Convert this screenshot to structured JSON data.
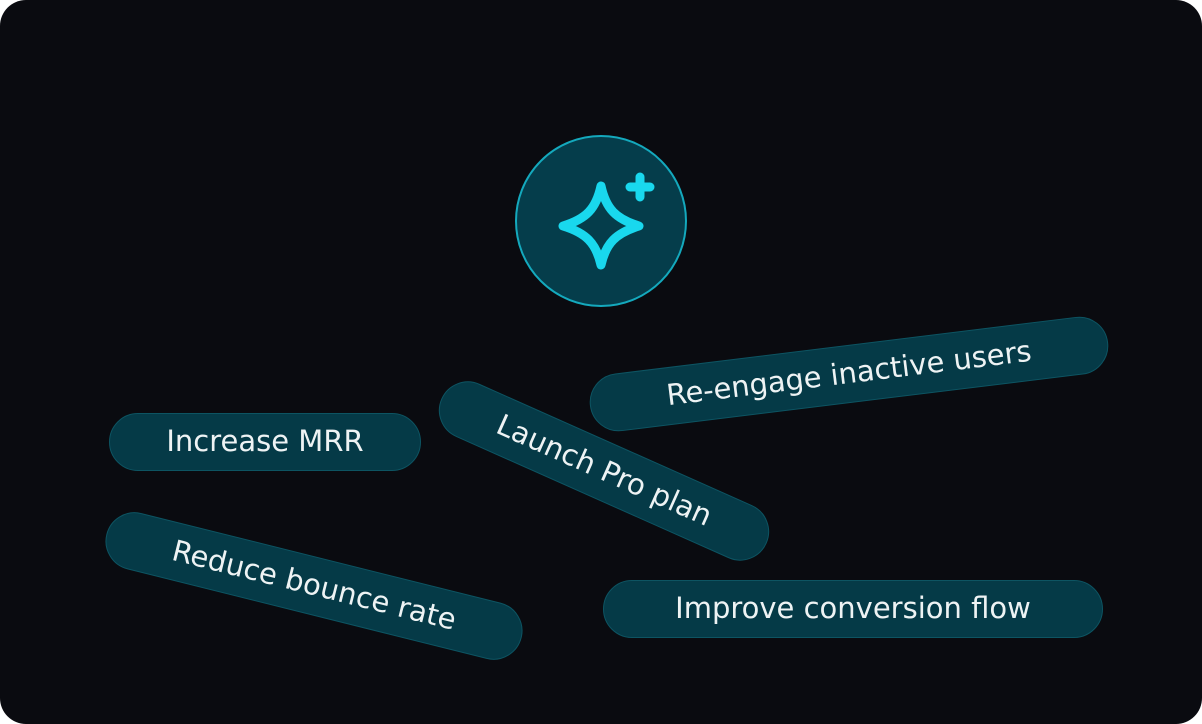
{
  "icon": {
    "name": "sparkle-icon",
    "accent_color": "#19d8ee",
    "circle_fill": "#053d4b"
  },
  "tags": [
    {
      "id": "increase-mrr",
      "label": "Increase MRR"
    },
    {
      "id": "re-engage-inactive-users",
      "label": "Re-engage inactive users"
    },
    {
      "id": "launch-pro-plan",
      "label": "Launch Pro plan"
    },
    {
      "id": "reduce-bounce-rate",
      "label": "Reduce bounce rate"
    },
    {
      "id": "improve-conversion-flow",
      "label": "Improve conversion flow"
    }
  ],
  "colors": {
    "background": "#0a0b10",
    "pill_fill": "#053a47",
    "pill_text": "#eef3f4"
  }
}
